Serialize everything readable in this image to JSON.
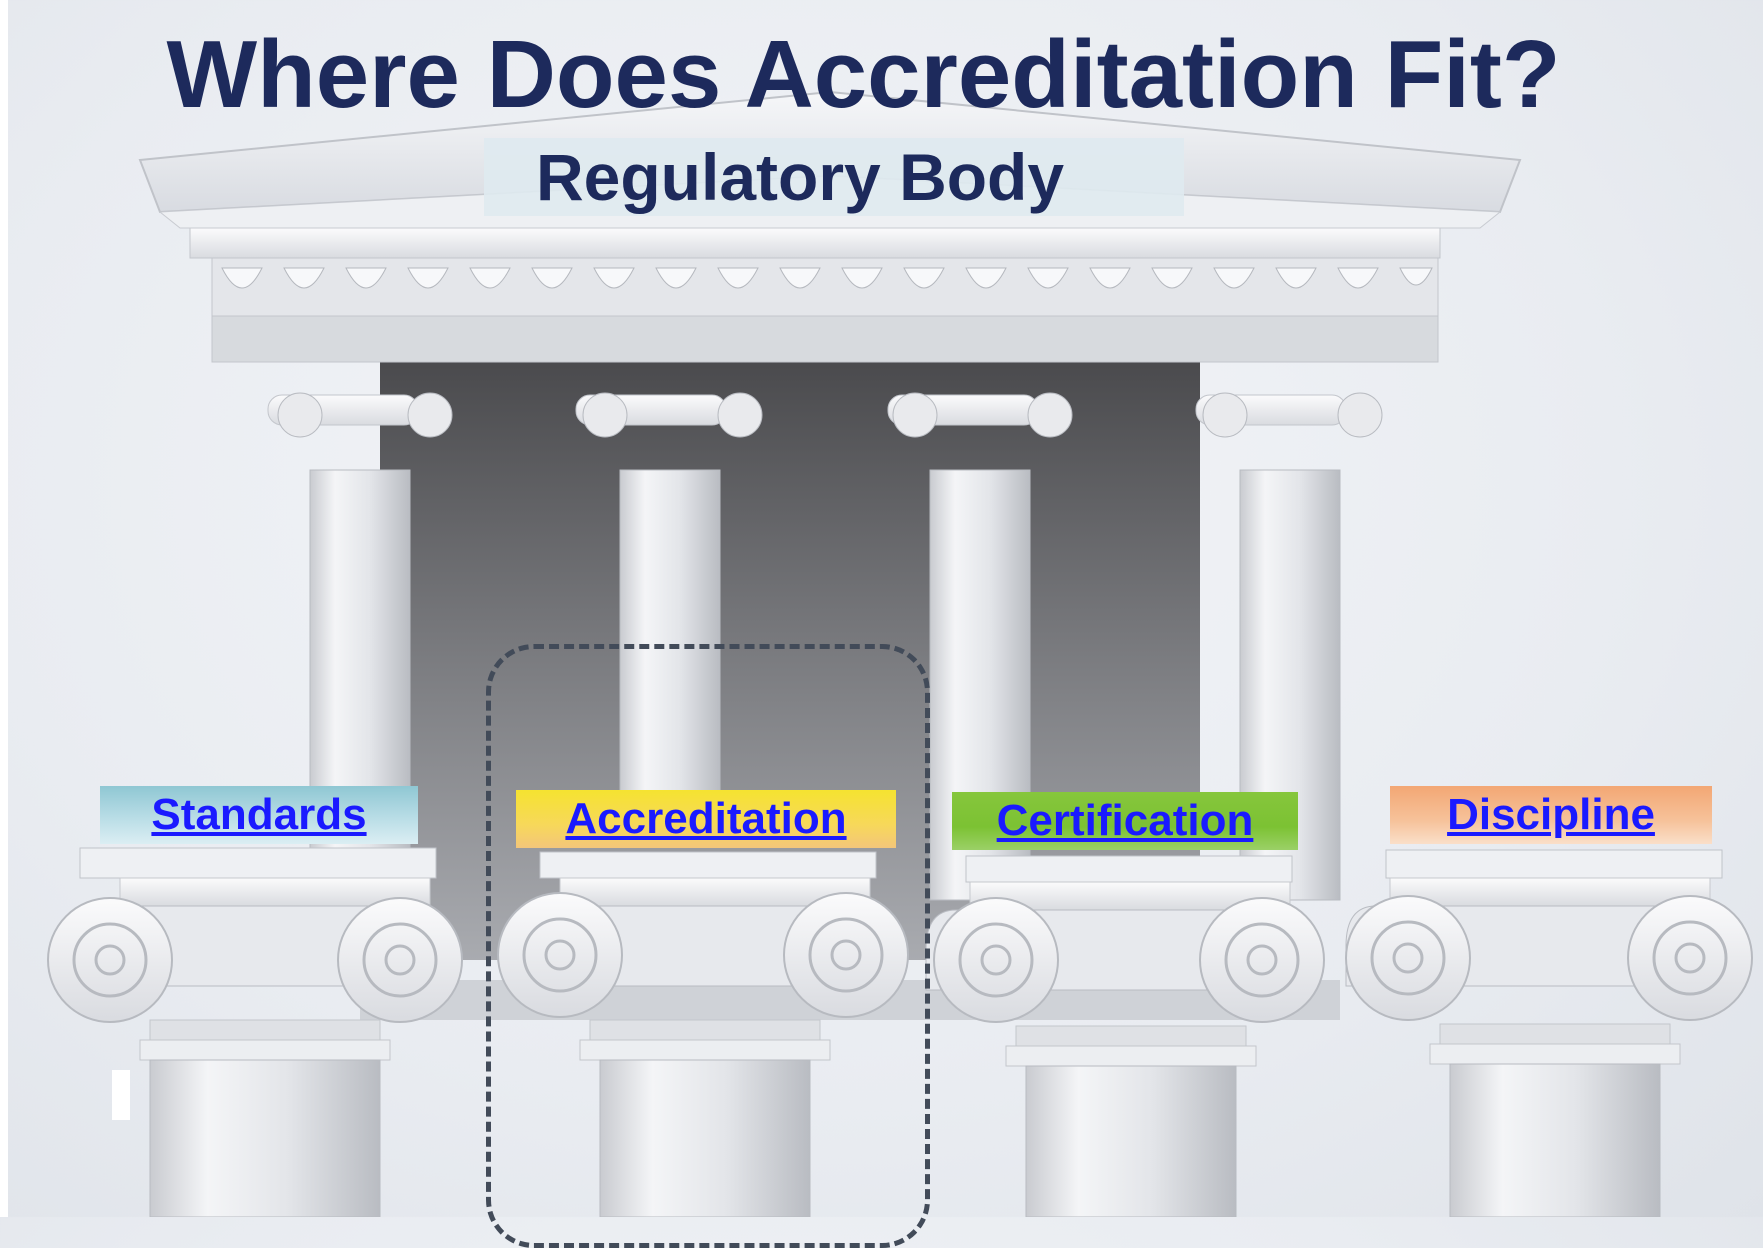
{
  "title": "Where Does Accreditation Fit?",
  "temple": {
    "pediment_label": "Regulatory Body",
    "pillars": [
      {
        "label": "Standards",
        "color": "#a9d4df"
      },
      {
        "label": "Accreditation",
        "color": "#f5dc4a",
        "highlighted": true
      },
      {
        "label": "Certification",
        "color": "#80c43a"
      },
      {
        "label": "Discipline",
        "color": "#f5b889"
      }
    ]
  },
  "colors": {
    "title": "#1d2a5c",
    "link": "#1a1aff",
    "highlight_border": "#424b59"
  }
}
